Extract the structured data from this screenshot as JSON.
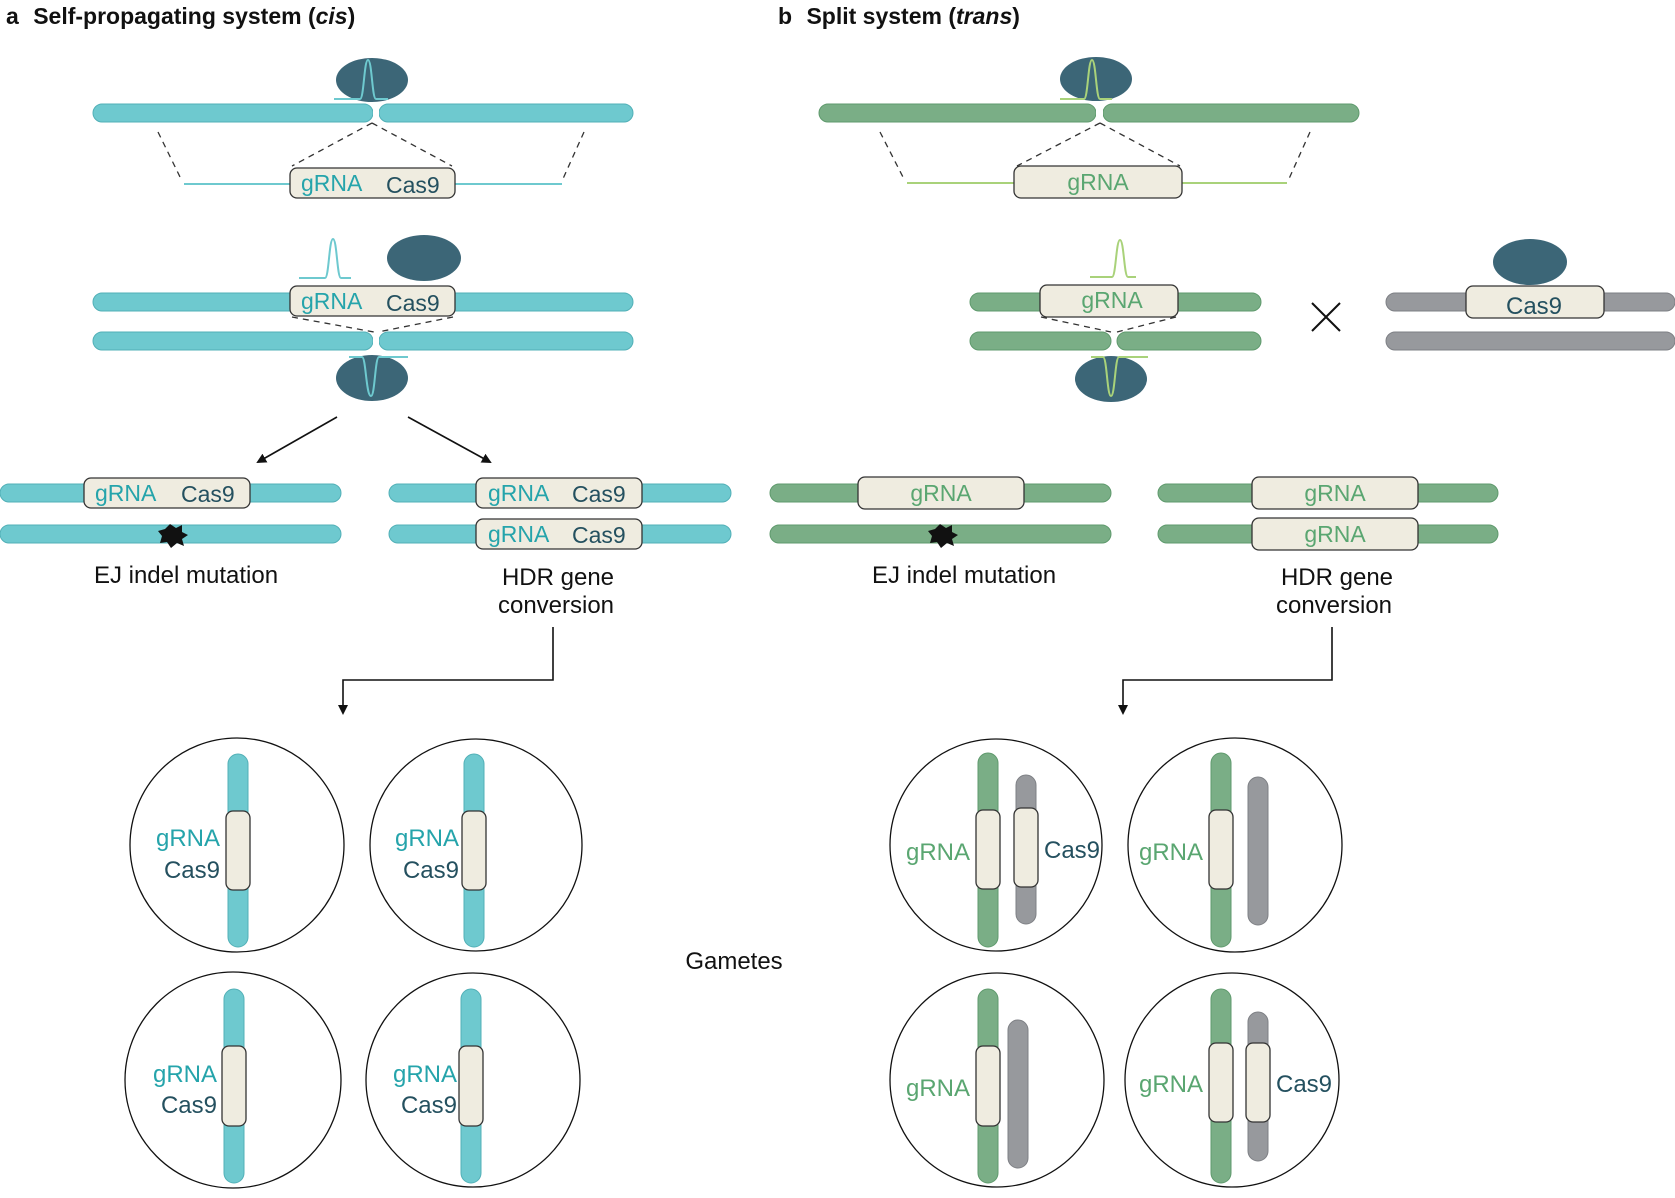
{
  "colors": {
    "teal_chrom": "#6ec9cf",
    "teal_chrom_edge": "#52b0b7",
    "teal_text": "#25a4ab",
    "green_chrom": "#7aae86",
    "green_chrom_edge": "#5f9a6d",
    "green_text": "#5aa671",
    "light_green_line": "#a9d27a",
    "grey_chrom": "#97999d",
    "grey_chrom_edge": "#7e8085",
    "cassette_fill": "#efece0",
    "cassette_edge": "#333333",
    "cas9_protein": "#3c6677",
    "cas9_text": "#24505f",
    "mutation": "#111111"
  },
  "panel_a": {
    "letter": "a",
    "title_plain": "Self-propagating system (",
    "title_italic": "cis",
    "title_close": ")",
    "gRNA": "gRNA",
    "Cas9": "Cas9",
    "ej_label": "EJ indel mutation",
    "hdr_label_1": "HDR gene",
    "hdr_label_2": "conversion"
  },
  "panel_b": {
    "letter": "b",
    "title_plain": "Split system (",
    "title_italic": "trans",
    "title_close": ")",
    "gRNA": "gRNA",
    "Cas9": "Cas9",
    "ej_label": "EJ indel mutation",
    "hdr_label_1": "HDR gene",
    "hdr_label_2": "conversion"
  },
  "center": {
    "gametes_label": "Gametes"
  },
  "icons": [
    "cas9-protein-icon",
    "guide-rna-icon",
    "cross-symbol-icon",
    "indel-mutation-icon",
    "arrow-icon"
  ]
}
